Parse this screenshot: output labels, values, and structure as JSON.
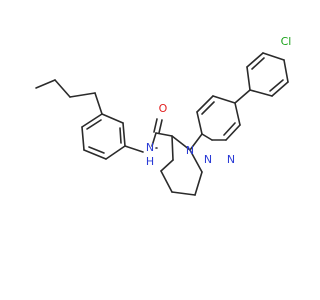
{
  "molecule": {
    "atoms": {
      "O": "O",
      "NH": "N\nH",
      "N_amide_top": "N",
      "N_piperidine": "N",
      "N_ring1": "N",
      "N_ring2": "N",
      "Cl": "Cl"
    }
  },
  "colors": {
    "bond": "#2b2b2b",
    "nitrogen": "#2a3bd6",
    "oxygen": "#e22121",
    "chlorine": "#1aa31a"
  }
}
